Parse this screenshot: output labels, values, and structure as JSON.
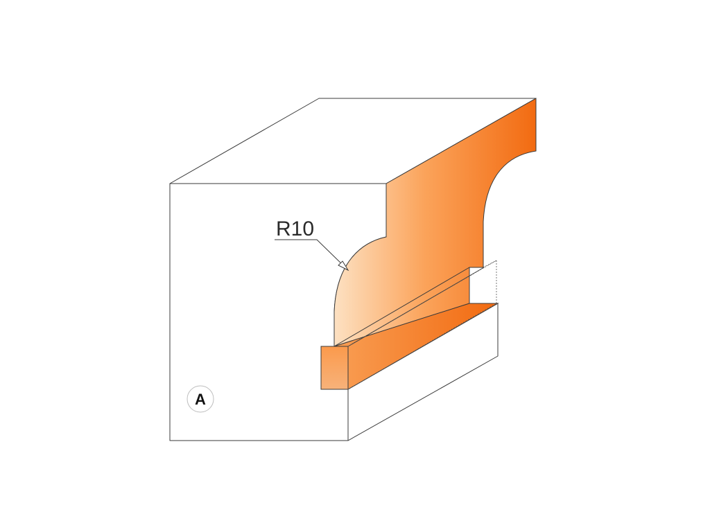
{
  "diagram": {
    "radius_label": "R10",
    "view_marker": "A",
    "colors": {
      "profile_light": "#fde2c4",
      "profile_mid": "#fb9a4c",
      "profile_dark": "#f26a10",
      "outline": "#3a3a3a"
    },
    "shapes": [
      "workpiece-block",
      "cove-profile-cut",
      "rebate-step",
      "radius-leader-arrow",
      "view-marker-circle"
    ]
  }
}
